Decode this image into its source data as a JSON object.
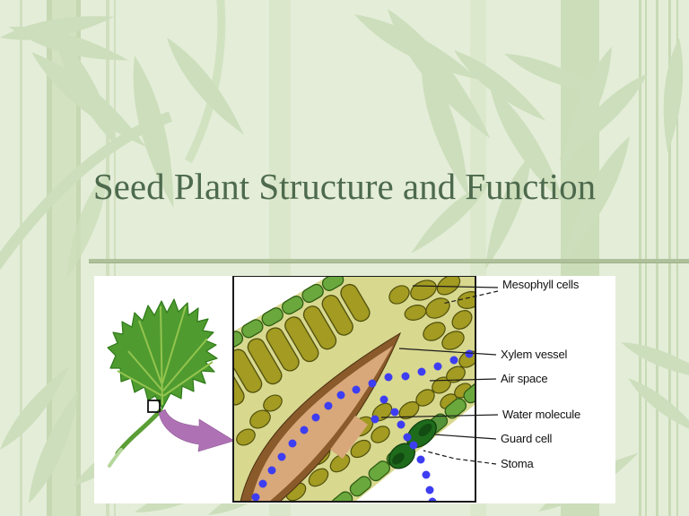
{
  "slide": {
    "title": "Seed Plant Structure and Function",
    "theme": {
      "background": "#e4edd8",
      "pattern_green": "#ccdebb",
      "title_color": "#4d6a4d",
      "rule_color": "#afc19b"
    }
  },
  "figure": {
    "labels": [
      {
        "id": "mesophyll",
        "text": "Mesophyll cells"
      },
      {
        "id": "xylem",
        "text": "Xylem vessel"
      },
      {
        "id": "airspace",
        "text": "Air space"
      },
      {
        "id": "water",
        "text": "Water molecule"
      },
      {
        "id": "guard",
        "text": "Guard cell"
      },
      {
        "id": "stoma",
        "text": "Stoma"
      }
    ],
    "legend_colors": {
      "mesophyll_cell": "#a39b22",
      "epidermis_cell": "#6aa83e",
      "air_space": "#d8d88f",
      "xylem_wall": "#8a5a2a",
      "xylem_vessel_inner": "#d9a87a",
      "water_molecule_blue": "#3d3df2",
      "guard_cell": "#1e6b1c",
      "leaf_green": "#4f9b30",
      "zoom_arrow_purple": "#ae72b4"
    }
  }
}
